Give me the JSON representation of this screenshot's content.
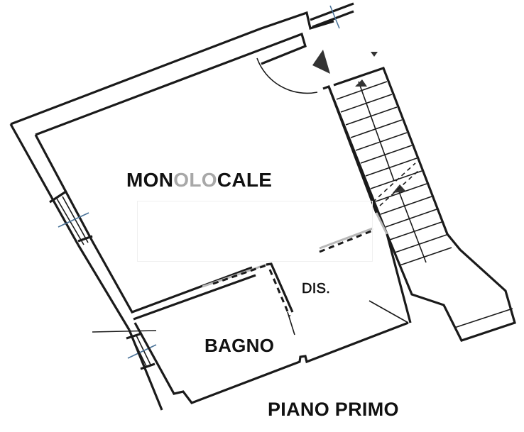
{
  "plan": {
    "type": "floor-plan",
    "floor_label": "PIANO PRIMO",
    "rooms": [
      {
        "id": "monolocale",
        "label": "MONOLOCALE",
        "label_parts": [
          "MON",
          "OLO",
          "CALE"
        ]
      },
      {
        "id": "disimpegno",
        "label": "DIS."
      },
      {
        "id": "bagno",
        "label": "BAGNO"
      }
    ],
    "features": [
      "staircase-up-arrows",
      "entry-door-swing",
      "windows",
      "north-arrow-markers"
    ],
    "colors": {
      "wall": "#1a1a1a",
      "window_mark": "#4a7399",
      "faded_wall": "#b8b8b8",
      "background": "#ffffff"
    }
  }
}
